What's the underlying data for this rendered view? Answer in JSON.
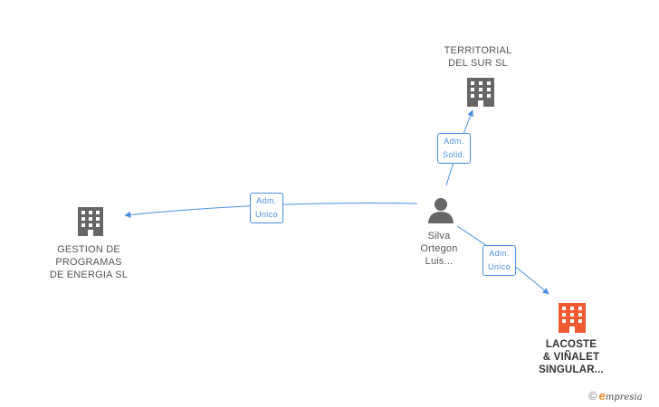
{
  "nodes": {
    "territorial": {
      "lines": [
        "TERRITORIAL",
        "DEL SUR SL"
      ],
      "type": "company"
    },
    "gestion": {
      "lines": [
        "GESTION DE",
        "PROGRAMAS",
        "DE ENERGIA SL"
      ],
      "type": "company"
    },
    "person": {
      "lines": [
        "Silva",
        "Ortegon",
        "Luis..."
      ],
      "type": "person"
    },
    "lacoste": {
      "lines": [
        "LACOSTE",
        "& VIÑALET",
        "SINGULAR..."
      ],
      "type": "company",
      "highlighted": true
    }
  },
  "edges": {
    "to_territorial": {
      "lines": [
        "Adm.",
        "Solid."
      ]
    },
    "to_gestion": {
      "lines": [
        "Adm.",
        "Unico"
      ]
    },
    "to_lacoste": {
      "lines": [
        "Adm.",
        "Unico"
      ]
    }
  },
  "colors": {
    "company_icon": "#666666",
    "highlight_icon": "#ef5a30",
    "edge": "#4a90e2"
  },
  "brand": {
    "copyright": "©",
    "e": "e",
    "rest": "mpresia"
  }
}
